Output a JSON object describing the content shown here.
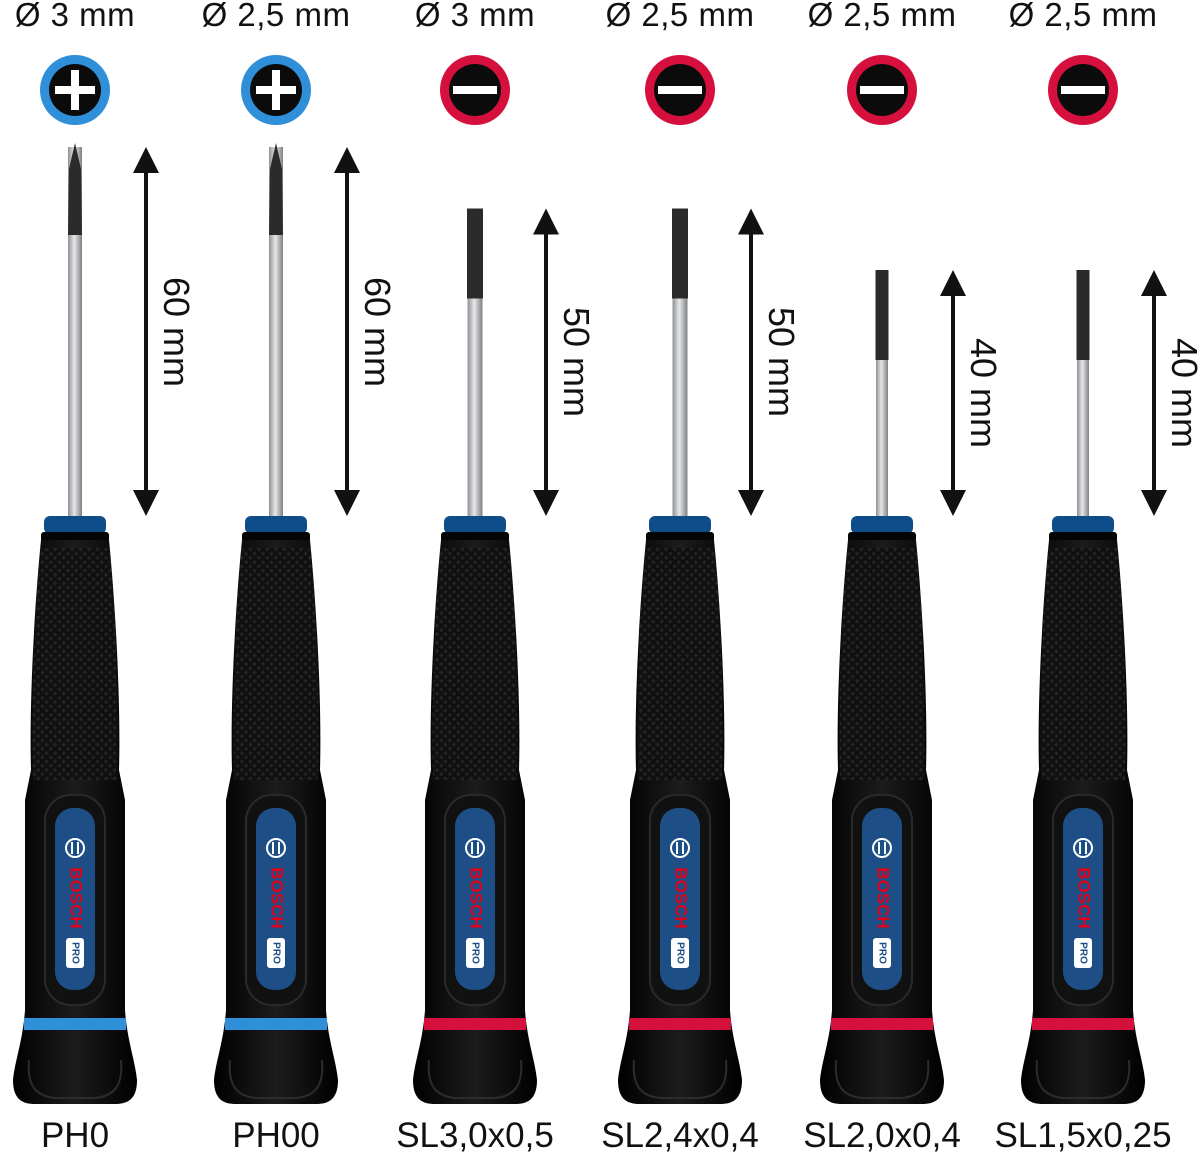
{
  "image": {
    "background": "#ffffff",
    "colors": {
      "phillips_accent": "#2f8fd9",
      "slotted_accent": "#d6103c",
      "handle": "#0a0a0a",
      "collar": "#0f4d8a",
      "label_panel": "#1d4f86",
      "brand_red": "#e2001a",
      "blade_tip": "#2b2b2b",
      "shaft": "#c9cbcd",
      "text": "#111111"
    },
    "brand_text": "BOSCH",
    "line_text": "PRO",
    "screwdrivers": [
      {
        "diameter": "Ø 3 mm",
        "tip": "phillips",
        "length_label": "60 mm",
        "length_mm": 60,
        "name": "PH0",
        "accent": "blue"
      },
      {
        "diameter": "Ø 2,5 mm",
        "tip": "phillips",
        "length_label": "60 mm",
        "length_mm": 60,
        "name": "PH00",
        "accent": "blue"
      },
      {
        "diameter": "Ø 3 mm",
        "tip": "slotted",
        "length_label": "50 mm",
        "length_mm": 50,
        "name": "SL3,0x0,5",
        "accent": "red"
      },
      {
        "diameter": "Ø 2,5 mm",
        "tip": "slotted",
        "length_label": "50 mm",
        "length_mm": 50,
        "name": "SL2,4x0,4",
        "accent": "red"
      },
      {
        "diameter": "Ø 2,5 mm",
        "tip": "slotted",
        "length_label": "40 mm",
        "length_mm": 40,
        "name": "SL2,0x0,4",
        "accent": "red"
      },
      {
        "diameter": "Ø 2,5 mm",
        "tip": "slotted",
        "length_label": "40 mm",
        "length_mm": 40,
        "name": "SL1,5x0,25",
        "accent": "red"
      }
    ]
  }
}
